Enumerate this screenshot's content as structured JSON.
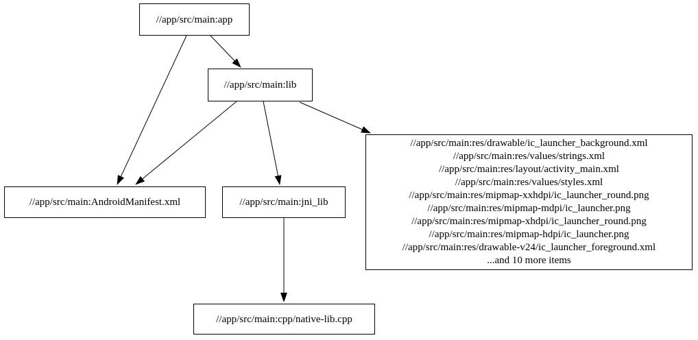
{
  "graph": {
    "background_color": "#ffffff",
    "node_border_color": "#000000",
    "edge_color": "#000000",
    "text_color": "#000000",
    "nodes": {
      "app": {
        "label": "//app/src/main:app"
      },
      "lib": {
        "label": "//app/src/main:lib"
      },
      "manifest": {
        "label": "//app/src/main:AndroidManifest.xml"
      },
      "jni_lib": {
        "label": "//app/src/main:jni_lib"
      },
      "native": {
        "label": "//app/src/main:cpp/native-lib.cpp"
      },
      "res": {
        "lines": [
          "//app/src/main:res/drawable/ic_launcher_background.xml",
          "//app/src/main:res/values/strings.xml",
          "//app/src/main:res/layout/activity_main.xml",
          "//app/src/main:res/values/styles.xml",
          "//app/src/main:res/mipmap-xxhdpi/ic_launcher_round.png",
          "//app/src/main:res/mipmap-mdpi/ic_launcher.png",
          "//app/src/main:res/mipmap-xhdpi/ic_launcher_round.png",
          "//app/src/main:res/mipmap-hdpi/ic_launcher.png",
          "//app/src/main:res/drawable-v24/ic_launcher_foreground.xml",
          "...and 10 more items"
        ]
      }
    },
    "edges": [
      {
        "from": "//app/src/main:app",
        "to": "//app/src/main:lib"
      },
      {
        "from": "//app/src/main:app",
        "to": "//app/src/main:AndroidManifest.xml"
      },
      {
        "from": "//app/src/main:lib",
        "to": "//app/src/main:AndroidManifest.xml"
      },
      {
        "from": "//app/src/main:lib",
        "to": "//app/src/main:jni_lib"
      },
      {
        "from": "//app/src/main:lib",
        "to": "res-file-group"
      },
      {
        "from": "//app/src/main:jni_lib",
        "to": "//app/src/main:cpp/native-lib.cpp"
      }
    ]
  }
}
